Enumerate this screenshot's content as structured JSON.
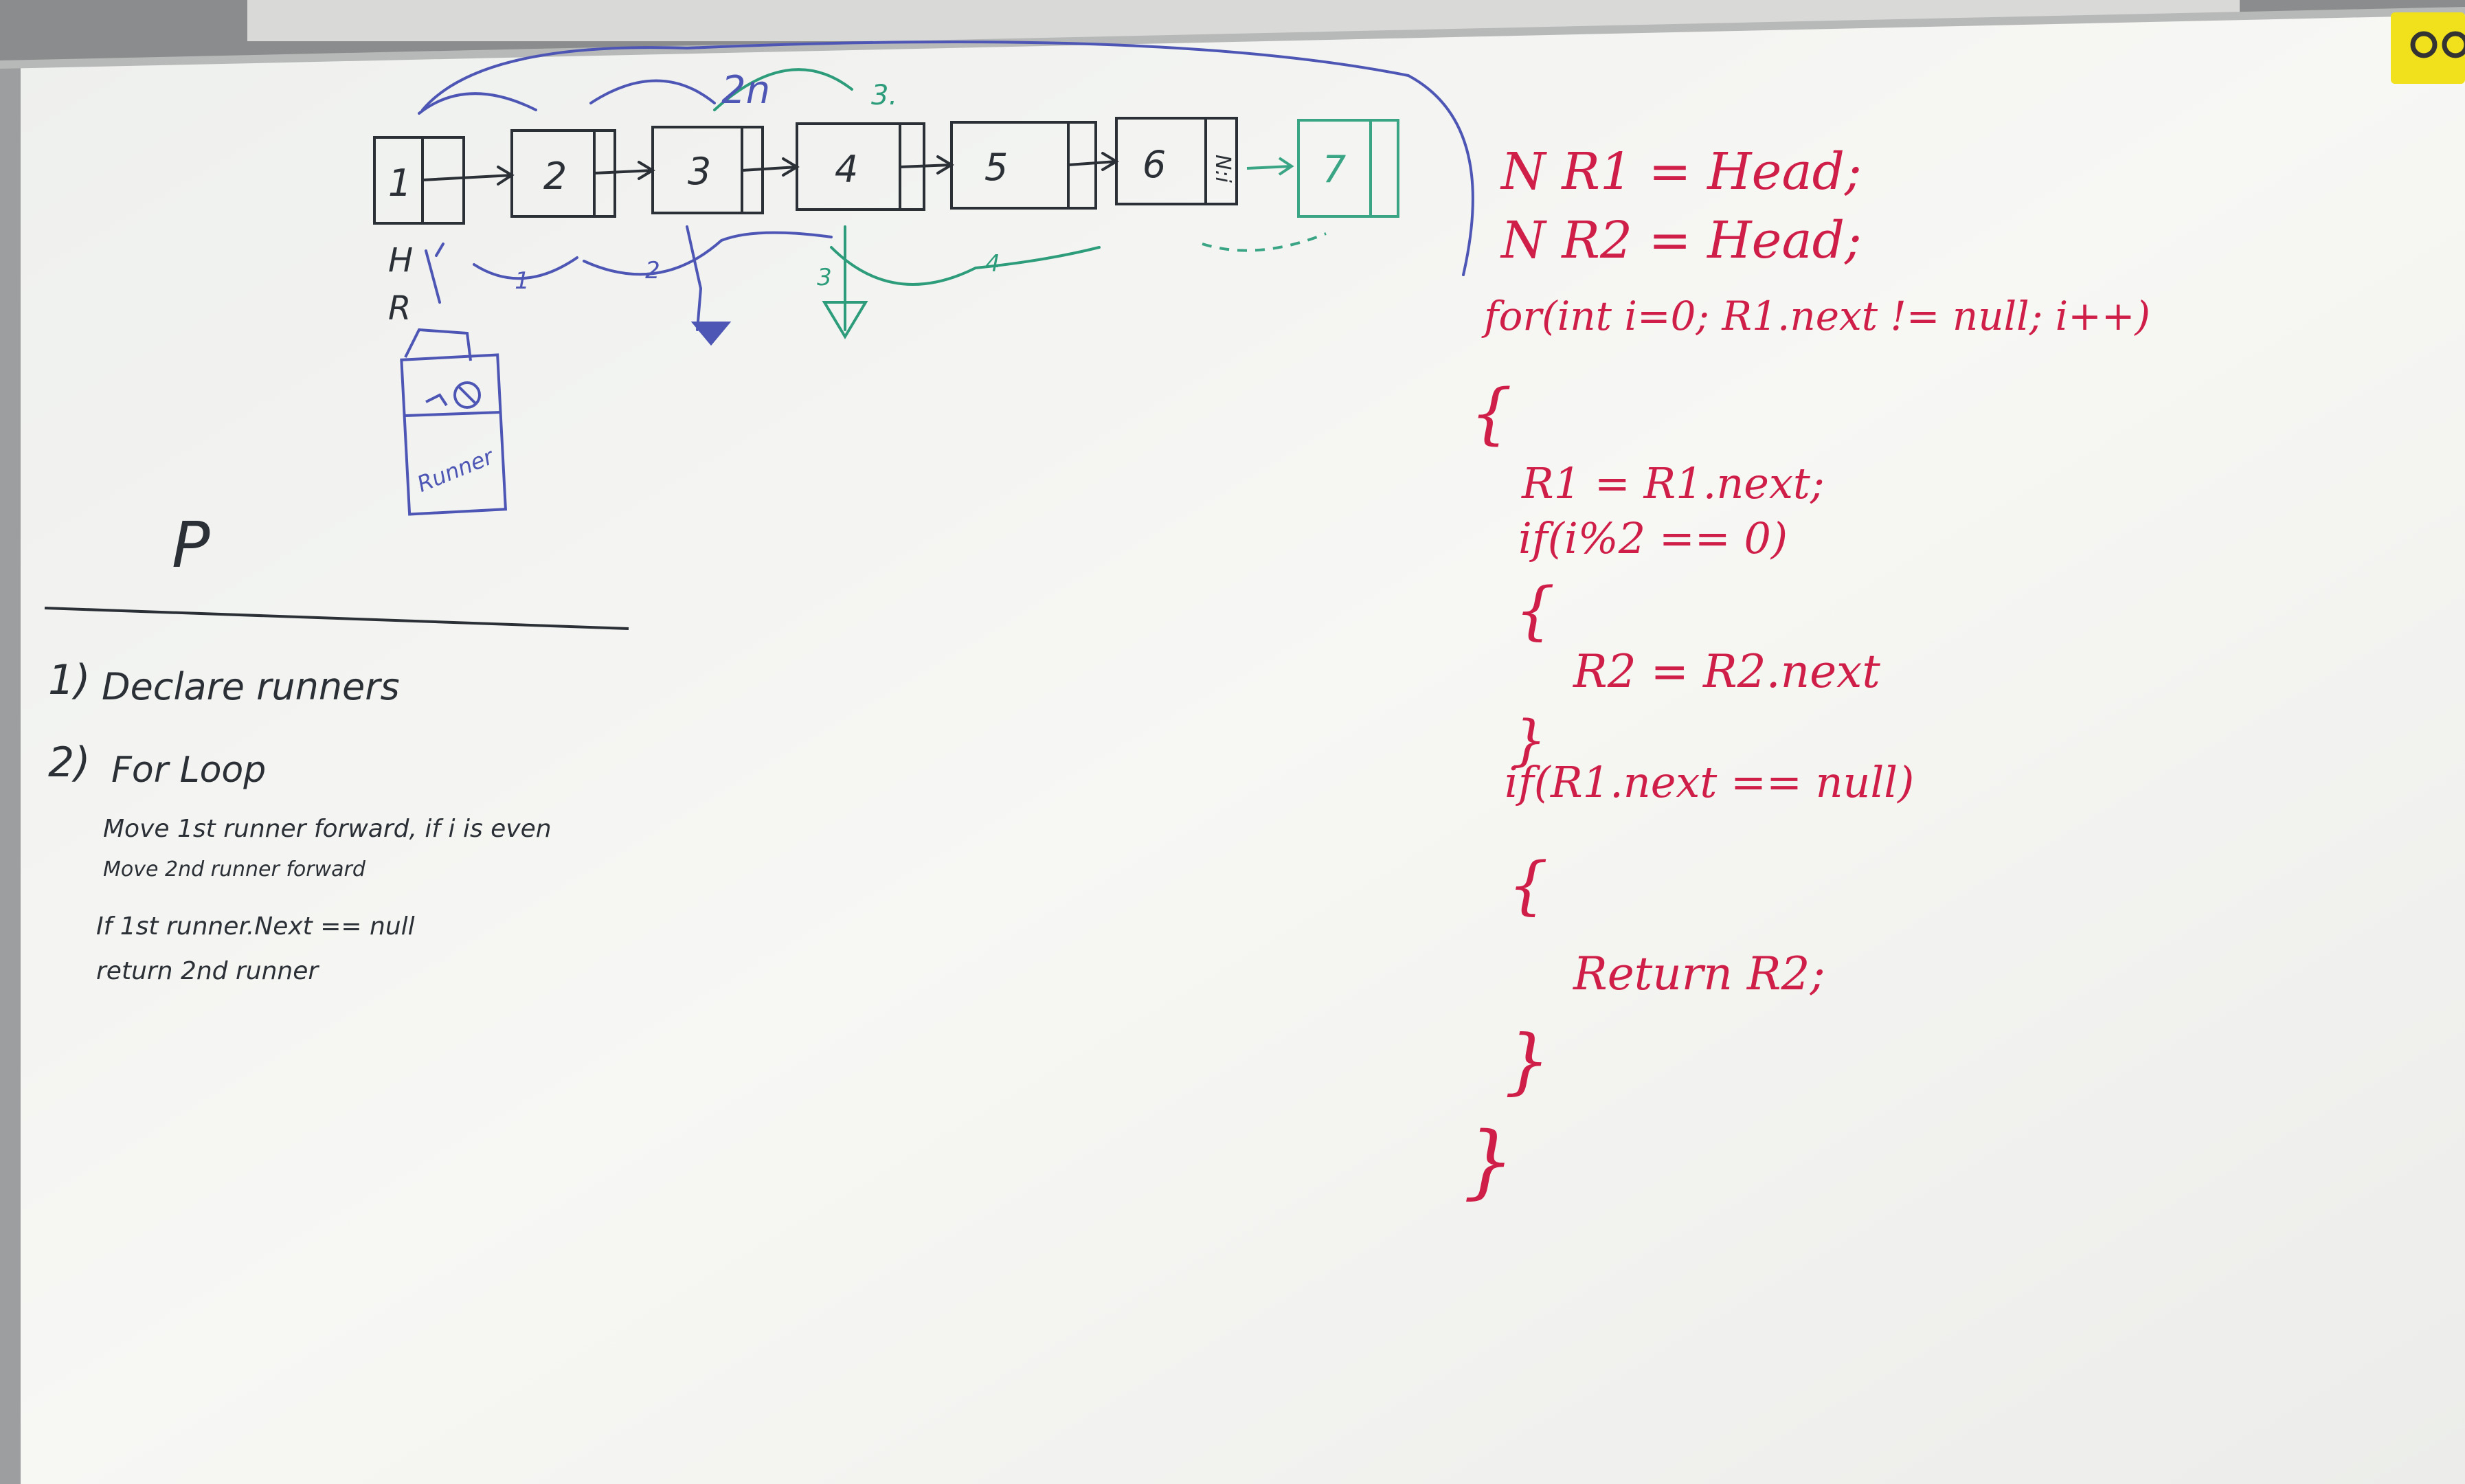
{
  "board": {
    "colors": {
      "wall": "#7d7f80",
      "board": "#f3f3f0",
      "black_marker": "#2b2f36",
      "blue_marker": "#4d56b4",
      "green_marker": "#2d9c7a",
      "red_marker": "#cf1f48",
      "sticker": "#f1e11c"
    },
    "linked_list": {
      "nodes": [
        "1",
        "2",
        "3",
        "4",
        "5",
        "6",
        "7"
      ],
      "stepper_marks": [
        "1",
        "2",
        "3",
        "4"
      ],
      "jump_label": "2n",
      "jump_step": "3.",
      "head_marker": "H",
      "runner_marker": "R",
      "null_mark": "N:i"
    },
    "runner_box": {
      "label": "Runner"
    },
    "problem_letter": "P",
    "steps": [
      {
        "number": "1)",
        "text": "Declare runners"
      },
      {
        "number": "2)",
        "text": "For Loop"
      }
    ],
    "notes": [
      "Move 1st runner forward, if i is even",
      "Move 2nd runner forward",
      "If 1st runner.Next == null",
      "return 2nd runner"
    ],
    "code": [
      "N   R1 = Head;",
      "N   R2 = Head;",
      "for(int i=0; R1.next != null; i++)",
      "{",
      "R1 = R1.next;",
      "if(i%2 == 0)",
      "{",
      "R2 = R2.next",
      "}",
      "if(R1.next == null)",
      "{",
      "Return R2;",
      "}",
      "}"
    ]
  }
}
